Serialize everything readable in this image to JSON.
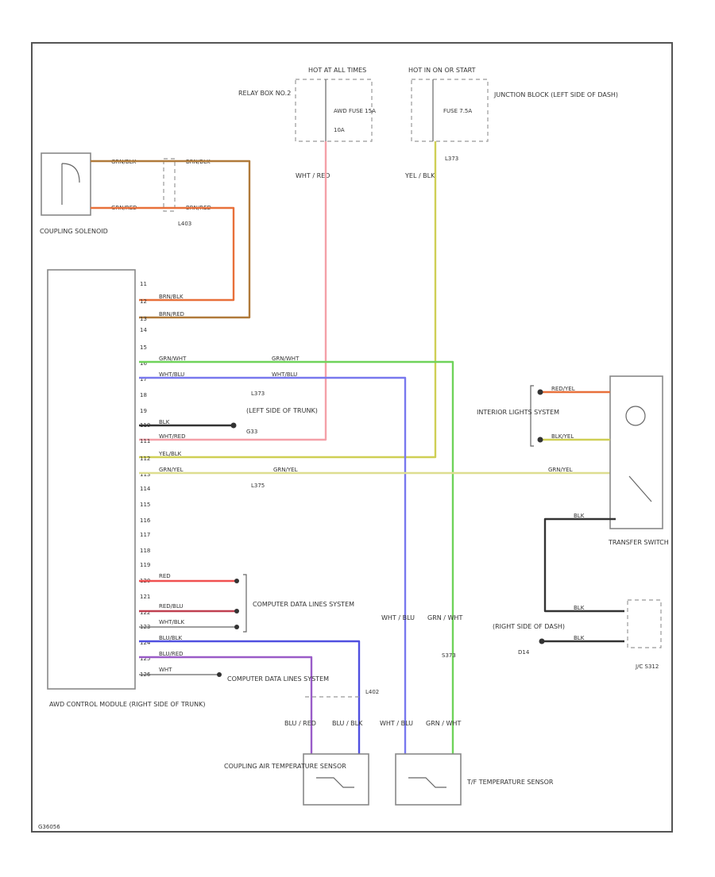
{
  "diagram": {
    "power": {
      "hot_at_all_times": "HOT AT ALL TIMES",
      "hot_in_on_or_start": "HOT IN ON OR START",
      "relay_box": "RELAY BOX NO.2",
      "awd_fuse": "AWD FUSE 15A",
      "fuse_10a": "10A",
      "junction_block": "JUNCTION BLOCK (LEFT SIDE OF DASH)",
      "fuse_2_7a": "FUSE 7.5A",
      "l373": "L373"
    },
    "colors": {
      "red": "#f05050",
      "orange": "#e8703a",
      "brown": "#b07a3a",
      "green": "#6fd35a",
      "blue": "#7878ee",
      "yellow": "#cfcf55",
      "pink": "#f4a0a8",
      "purple": "#9a5cc8",
      "black": "#333333",
      "ltgreen": "#a8d860"
    },
    "components": {
      "coupling_solenoid": "COUPLING SOLENOID",
      "l403": "L403",
      "awd_module": "AWD CONTROL MODULE (RIGHT SIDE OF TRUNK)",
      "interior_lights": "INTERIOR LIGHTS SYSTEM",
      "transfer_switch": "TRANSFER SWITCH",
      "jc": "J/C S312",
      "right_side_dash": "(RIGHT SIDE OF DASH)",
      "d14": "D14",
      "left_side_trunk": "(LEFT SIDE OF TRUNK)",
      "g33": "G33",
      "computer_data_1": "COMPUTER DATA LINES SYSTEM",
      "computer_data_2": "COMPUTER DATA LINES SYSTEM",
      "coupling_air_temp": "COUPLING AIR TEMPERATURE SENSOR",
      "tf_temp": "T/F TEMPERATURE SENSOR",
      "l402": "L402",
      "l373b": "L373",
      "l375": "L375",
      "s373": "S373",
      "page_id": "G36056"
    },
    "wires": {
      "wht_red_top": "WHT / RED",
      "yel_blk_top": "YEL / BLK",
      "grn_blk": "GRN/BLK",
      "grn_red": "GRN/RED",
      "brn_blk": "BRN/BLK",
      "brn_red": "BRN/RED",
      "grn_wht": "GRN/WHT",
      "wht_blu": "WHT/BLU",
      "blk": "BLK",
      "wht_red": "WHT/RED",
      "yel_blk": "YEL/BLK",
      "grn_yel": "GRN/YEL",
      "red": "RED",
      "red_blu": "RED/BLU",
      "wht_blk": "WHT/BLK",
      "blu_blk": "BLU/BLK",
      "blu_red": "BLU/RED",
      "wht": "WHT",
      "red_yel": "RED/YEL",
      "blk_yel": "BLK/YEL",
      "wht_blu_v": "WHT / BLU",
      "grn_wht_v": "GRN / WHT",
      "blu_red_v": "BLU / RED",
      "blu_blk_v": "BLU / BLK"
    },
    "module_pins": [
      "11",
      "12",
      "13",
      "14",
      "15",
      "16",
      "17",
      "18",
      "19",
      "110",
      "111",
      "112",
      "113",
      "114",
      "115",
      "116",
      "117",
      "118",
      "119",
      "120",
      "121",
      "122",
      "123",
      "124",
      "125",
      "126"
    ]
  }
}
